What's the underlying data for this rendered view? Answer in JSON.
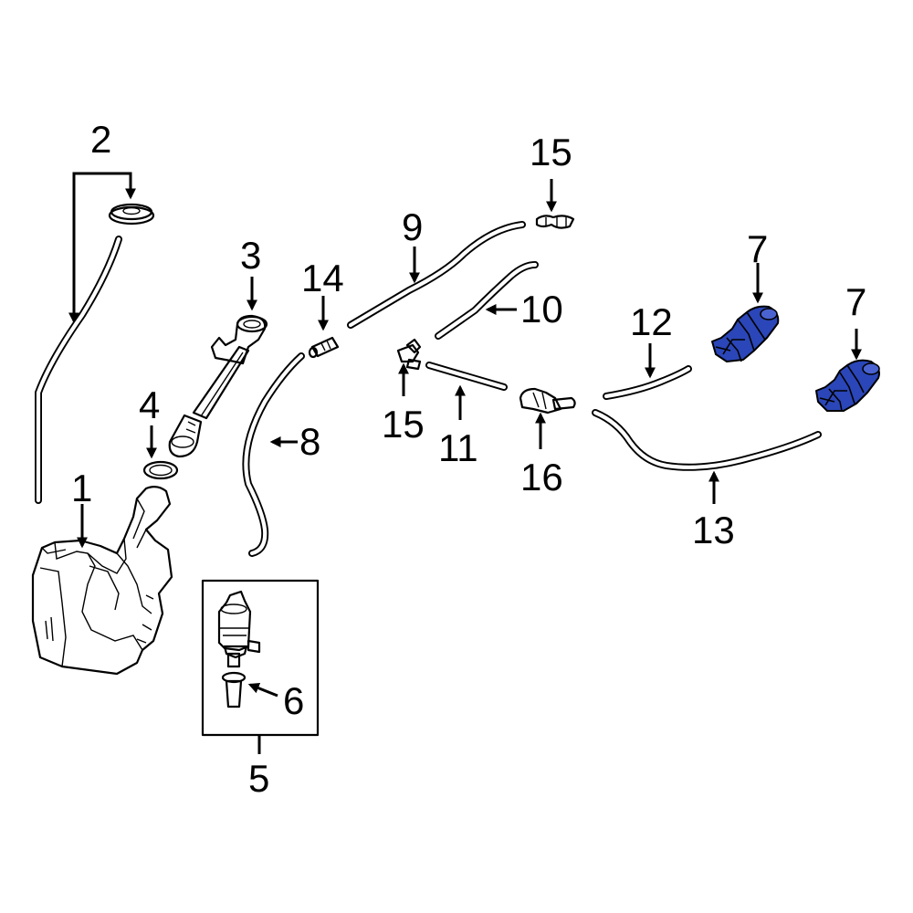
{
  "callouts": {
    "c1": "1",
    "c2": "2",
    "c3": "3",
    "c4": "4",
    "c5": "5",
    "c6": "6",
    "c7a": "7",
    "c7b": "7",
    "c8": "8",
    "c9": "9",
    "c10": "10",
    "c11": "11",
    "c12": "12",
    "c13": "13",
    "c14": "14",
    "c15a": "15",
    "c15b": "15",
    "c16": "16"
  },
  "colors": {
    "line": "#000000",
    "background": "#ffffff",
    "highlight_fill": "#2a46b8",
    "highlight_dark": "#0d1a5e"
  }
}
